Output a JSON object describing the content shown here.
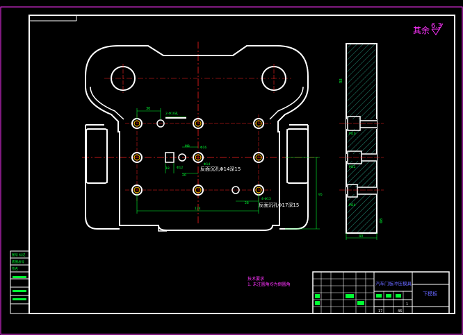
{
  "colors": {
    "background": "#000000",
    "outline": "#ffffff",
    "centerline": "#ff2020",
    "dimension": "#00ff33",
    "note": "#ff33ff",
    "frame": "#ff33ff",
    "hatch": "#33ccaa",
    "title_text": "#6666ff"
  },
  "roughness": {
    "label": "其余",
    "value": "6.3"
  },
  "dims_plan": {
    "d30": "30",
    "d_small_label": "2-Φ10孔",
    "d18": "18",
    "d_m8": "M8",
    "d_phi12": "Φ12",
    "d_phi14": "Φ14",
    "d_phi16": "Φ16",
    "d_20": "20",
    "note1": "反面沉孔Φ14深15",
    "note2": "反面沉孔Φ17深15",
    "d_ring": "4-Φ13",
    "d_28": "28",
    "d_124": "124",
    "d_95": "95"
  },
  "dims_side": {
    "top": "R8",
    "label1": "M10",
    "label2": "M12",
    "label3": "M14",
    "bottom_width": "40",
    "right_height": "Φ8"
  },
  "tech_req": {
    "title": "技术要求",
    "line1": "1. 未注圆角均为倒圆角"
  },
  "title_block": {
    "part_name": "下模板",
    "drawing_name": "汽车门板冲压模具",
    "row_a": "1",
    "row_b": "17",
    "row_c": "46"
  },
  "left_stamp": {
    "r1": "图号 标记",
    "r2": "底图总号",
    "r3": "签名"
  }
}
